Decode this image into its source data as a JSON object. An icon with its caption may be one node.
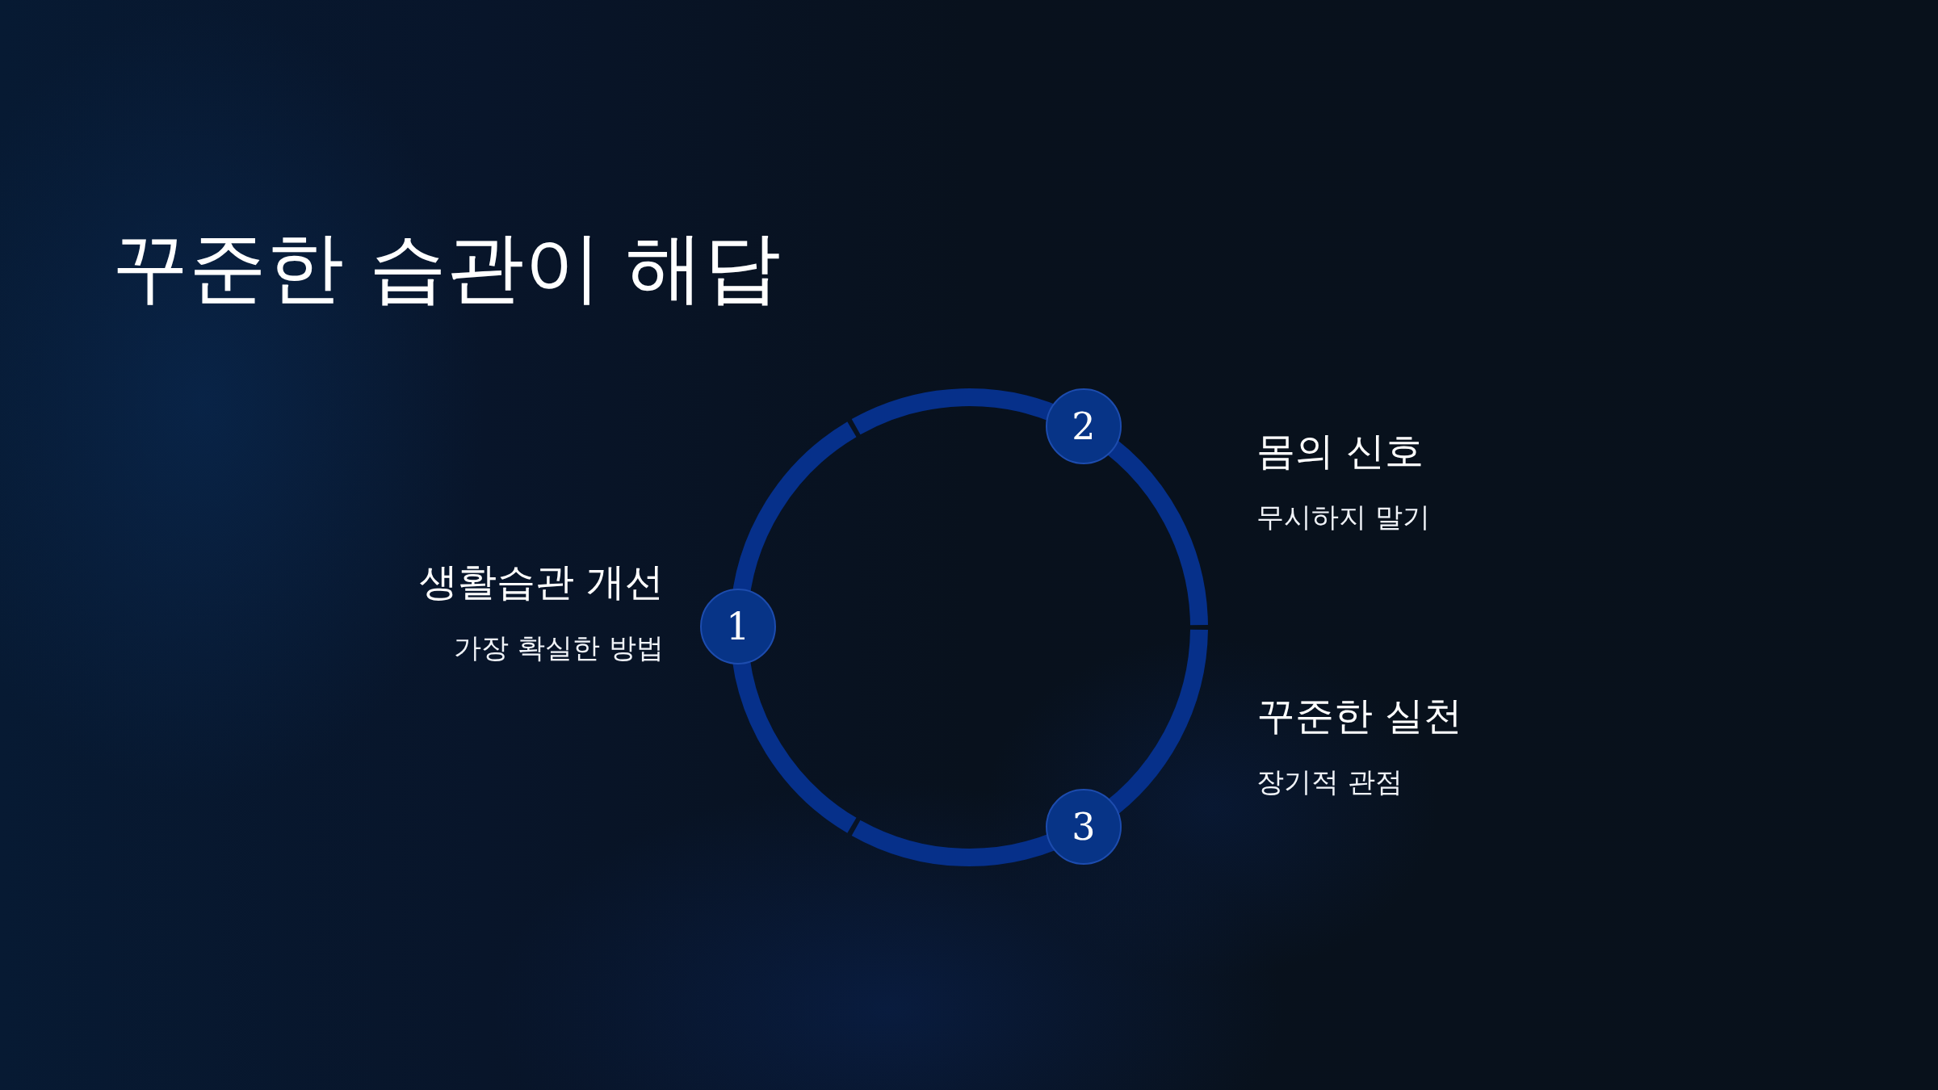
{
  "diagram": {
    "title": "꾸준한 습관이 해답",
    "nodes": [
      {
        "text": [
          "1"
        ],
        "beside": [
          "생활습관 개선",
          "가장 확실한 방법"
        ]
      },
      {
        "text": [
          "2"
        ],
        "beside": [
          "몸의 신호",
          "무시하지 말기"
        ]
      },
      {
        "text": [
          "3"
        ],
        "beside": [
          "꾸준한 실천",
          "장기적 관점"
        ]
      }
    ]
  }
}
